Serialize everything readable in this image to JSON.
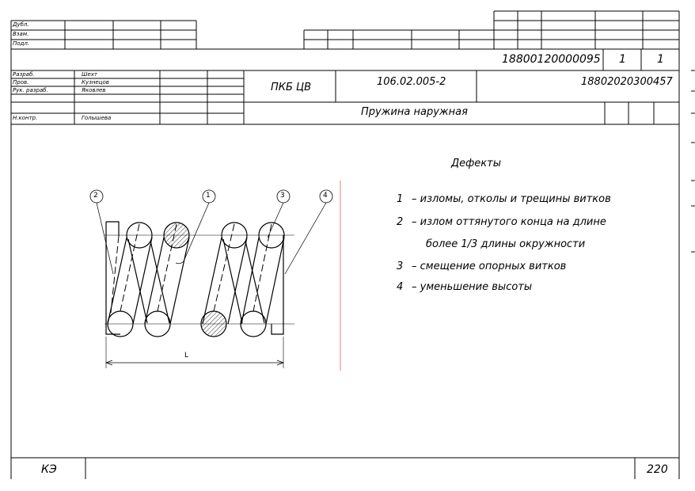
{
  "title_block": {
    "left_labels": [
      "Дубл.",
      "Взам.",
      "Подл."
    ],
    "doc_code": "18800120000095",
    "sheet_a": "1",
    "sheet_b": "1",
    "roles": [
      {
        "role": "Разраб.",
        "name": "Шехт"
      },
      {
        "role": "Пров.",
        "name": "Кузнецов"
      },
      {
        "role": "Рук. разраб.",
        "name": "Яковлев"
      },
      {
        "role": "",
        "name": ""
      },
      {
        "role": "Н.контр.",
        "name": "Голышева"
      }
    ],
    "org": "ПКБ ЦВ",
    "designation": "106.02.005-2",
    "product_code": "18802020300457",
    "part_name": "Пружина наружная"
  },
  "drawing": {
    "callouts": [
      "2",
      "1",
      "3",
      "4"
    ],
    "dimension_label": "L"
  },
  "defects": {
    "heading": "Дефекты",
    "items": [
      {
        "num": "1",
        "text": "– изломы, отколы и трещины витков"
      },
      {
        "num": "2",
        "text": "– излом оттянутого конца на длине"
      },
      {
        "num": "",
        "text": "более 1/3 длины окружности"
      },
      {
        "num": "3",
        "text": "– смещение опорных витков"
      },
      {
        "num": "4",
        "text": "– уменьшение высоты"
      }
    ]
  },
  "footer": {
    "left": "КЭ",
    "page": "220"
  }
}
